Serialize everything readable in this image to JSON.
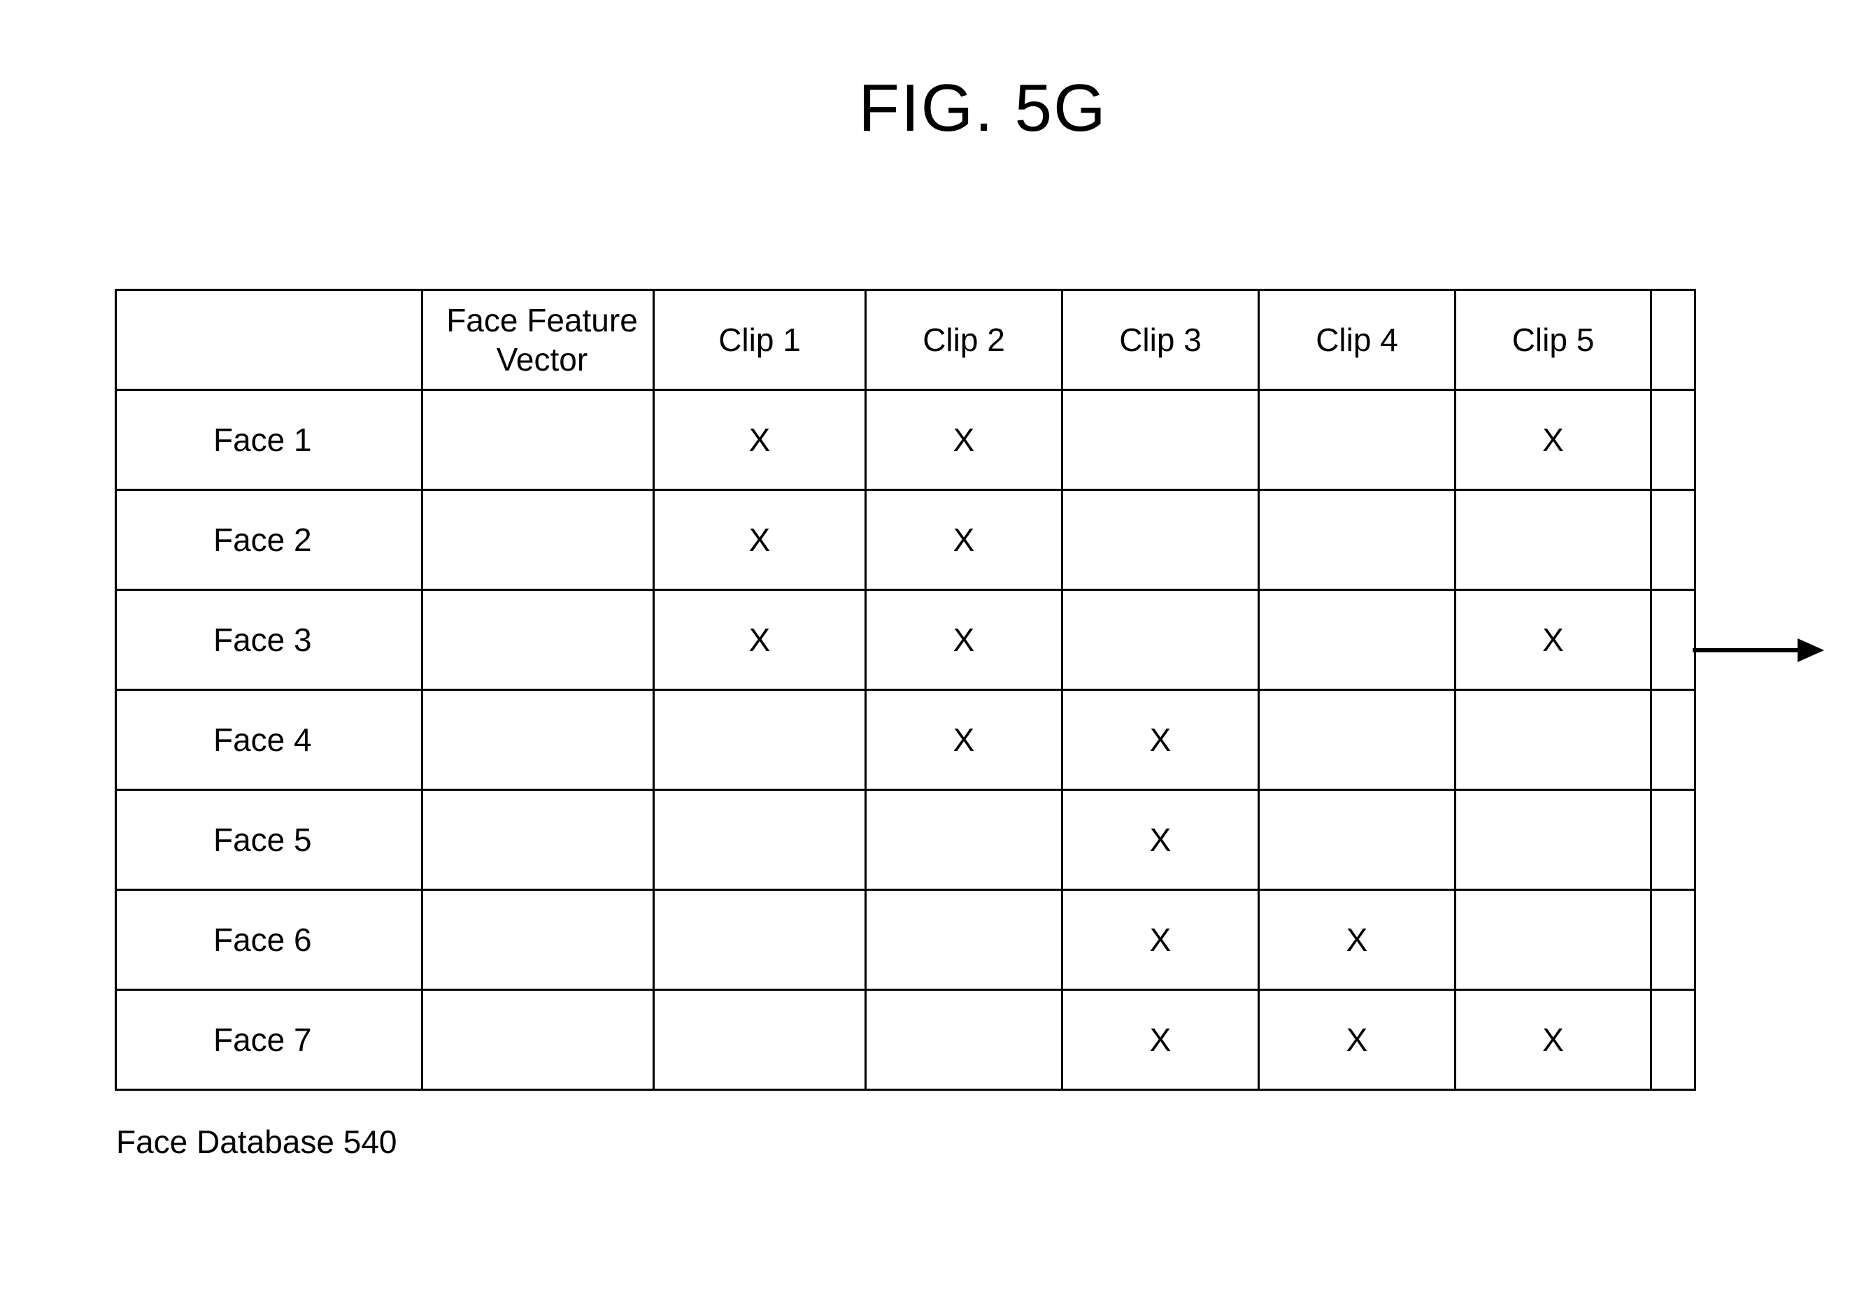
{
  "figure": {
    "title": "FIG. 5G",
    "caption": "Face Database 540"
  },
  "table": {
    "columns": [
      "",
      "Face Feature Vector",
      "Clip 1",
      "Clip 2",
      "Clip 3",
      "Clip 4",
      "Clip 5",
      ""
    ],
    "rows": [
      {
        "label": "Face 1",
        "cells": [
          "",
          "X",
          "X",
          "",
          "",
          "X",
          ""
        ]
      },
      {
        "label": "Face 2",
        "cells": [
          "",
          "X",
          "X",
          "",
          "",
          "",
          ""
        ]
      },
      {
        "label": "Face 3",
        "cells": [
          "",
          "X",
          "X",
          "",
          "",
          "X",
          ""
        ]
      },
      {
        "label": "Face 4",
        "cells": [
          "",
          "",
          "X",
          "X",
          "",
          "",
          ""
        ]
      },
      {
        "label": "Face 5",
        "cells": [
          "",
          "",
          "",
          "X",
          "",
          "",
          ""
        ]
      },
      {
        "label": "Face 6",
        "cells": [
          "",
          "",
          "",
          "X",
          "X",
          "",
          ""
        ]
      },
      {
        "label": "Face 7",
        "cells": [
          "",
          "",
          "",
          "X",
          "X",
          "X",
          ""
        ]
      }
    ]
  },
  "icons": {
    "continuation_arrow": "arrow-right-icon"
  }
}
